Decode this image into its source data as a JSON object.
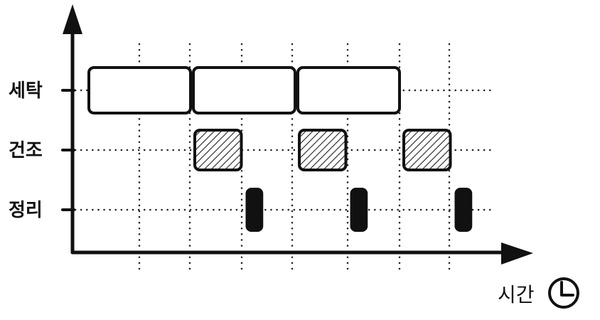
{
  "rows": [
    {
      "label": "세탁",
      "kind": "wash"
    },
    {
      "label": "건조",
      "kind": "dry"
    },
    {
      "label": "정리",
      "kind": "fold"
    }
  ],
  "x_axis": {
    "label": "시간",
    "icon": "clock-icon"
  },
  "tasks": [
    {
      "row": "세탁",
      "start": 0,
      "end": 2
    },
    {
      "row": "세탁",
      "start": 2,
      "end": 4
    },
    {
      "row": "세탁",
      "start": 4,
      "end": 6
    },
    {
      "row": "건조",
      "start": 2,
      "end": 3
    },
    {
      "row": "건조",
      "start": 4,
      "end": 5
    },
    {
      "row": "건조",
      "start": 6,
      "end": 7
    },
    {
      "row": "정리",
      "start": 3,
      "end": 3.5
    },
    {
      "row": "정리",
      "start": 5,
      "end": 5.5
    },
    {
      "row": "정리",
      "start": 7,
      "end": 7.5
    }
  ],
  "styles": {
    "wash": {
      "fill": "#ffffff",
      "stroke": "#111111"
    },
    "dry": {
      "fill": "hatch",
      "stroke": "#111111"
    },
    "fold": {
      "fill": "#111111",
      "stroke": "#111111"
    }
  }
}
